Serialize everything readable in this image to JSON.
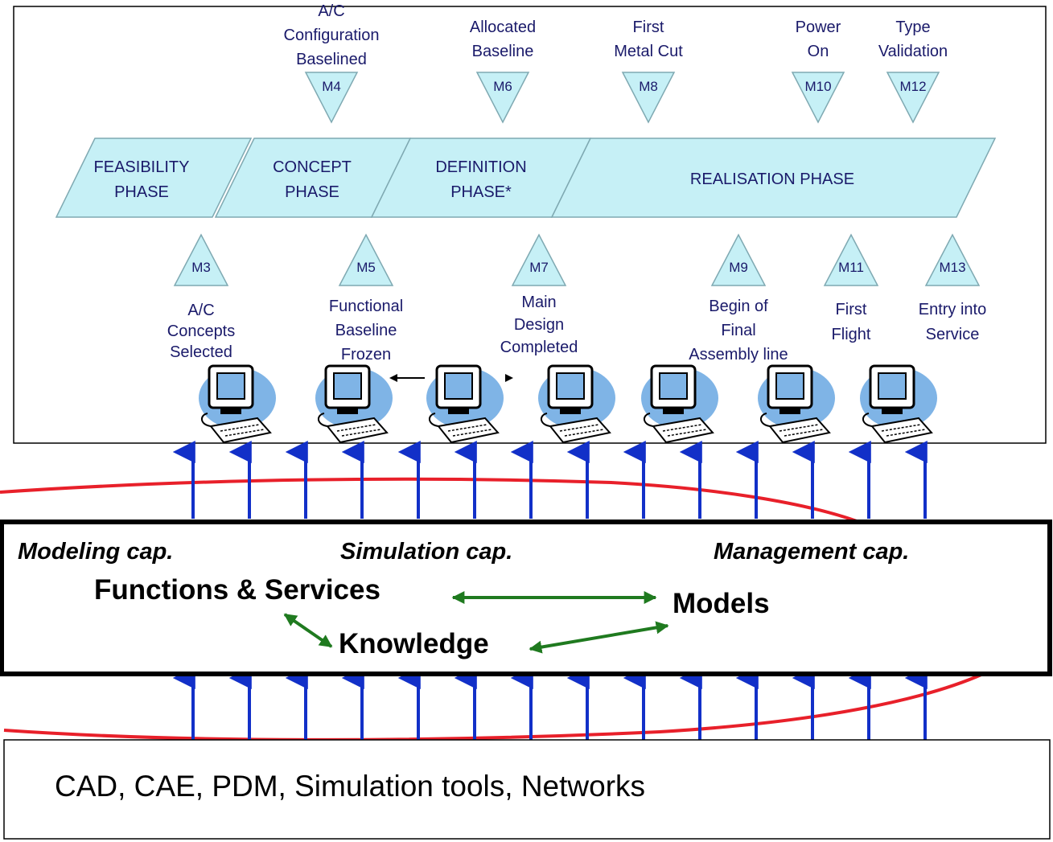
{
  "phases": [
    {
      "id": "feasibility",
      "lines": [
        "FEASIBILITY",
        "PHASE"
      ]
    },
    {
      "id": "concept",
      "lines": [
        "CONCEPT",
        "PHASE"
      ]
    },
    {
      "id": "definition",
      "lines": [
        "DEFINITION",
        "PHASE*"
      ]
    },
    {
      "id": "realisation",
      "lines": [
        "REALISATION PHASE"
      ]
    }
  ],
  "top_milestones": [
    {
      "code": "M4",
      "lines": [
        "A/C",
        "Configuration",
        "Baselined"
      ]
    },
    {
      "code": "M6",
      "lines": [
        "Allocated",
        "Baseline"
      ]
    },
    {
      "code": "M8",
      "lines": [
        "First",
        "Metal Cut"
      ]
    },
    {
      "code": "M10",
      "lines": [
        "Power",
        "On"
      ]
    },
    {
      "code": "M12",
      "lines": [
        "Type",
        "Validation"
      ]
    }
  ],
  "bottom_milestones": [
    {
      "code": "M3",
      "lines": [
        "A/C",
        "Concepts",
        "Selected"
      ]
    },
    {
      "code": "M5",
      "lines": [
        "Functional",
        "Baseline",
        "Frozen"
      ]
    },
    {
      "code": "M7",
      "lines": [
        "Main",
        "Design",
        "Completed"
      ]
    },
    {
      "code": "M9",
      "lines": [
        "Begin of",
        "Final",
        "Assembly line"
      ]
    },
    {
      "code": "M11",
      "lines": [
        "First",
        "Flight"
      ]
    },
    {
      "code": "M13",
      "lines": [
        "Entry into",
        "Service"
      ]
    }
  ],
  "capabilities": {
    "modeling": "Modeling cap.",
    "simulation": "Simulation cap.",
    "management": "Management cap."
  },
  "concepts": {
    "functions": "Functions & Services",
    "models": "Models",
    "knowledge": "Knowledge"
  },
  "tools_bar": "CAD, CAE, PDM, Simulation tools, Networks",
  "colors": {
    "phase_fill": "#c6f0f6",
    "phase_stroke": "#7fa9b2",
    "arrow_blue": "#1230c8",
    "curve_red": "#e8202a",
    "arrow_green": "#1f7a1f",
    "computer_blob": "#7fb4e6"
  }
}
